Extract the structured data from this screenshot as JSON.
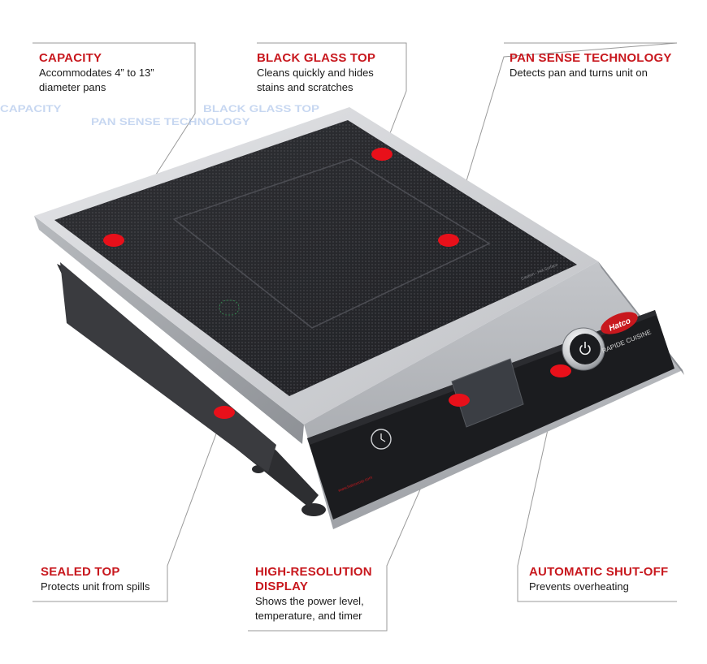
{
  "callouts": {
    "capacity": {
      "title": "CAPACITY",
      "desc_line1": "Accommodates 4” to 13”",
      "desc_line2": "diameter pans"
    },
    "glass": {
      "title": "BLACK GLASS TOP",
      "desc_line1": "Cleans quickly and hides",
      "desc_line2": "stains and scratches"
    },
    "pan": {
      "title": "PAN SENSE TECHNOLOGY",
      "desc_line1": "Detects pan and turns unit on"
    },
    "sealed": {
      "title": "SEALED TOP",
      "desc_line1": "Protects unit from spills"
    },
    "display": {
      "title_line1": "HIGH-RESOLUTION",
      "title_line2": "DISPLAY",
      "desc_line1": "Shows the power level,",
      "desc_line2": "temperature, and timer"
    },
    "shutoff": {
      "title": "AUTOMATIC SHUT-OFF",
      "desc_line1": "Prevents overheating"
    }
  },
  "product": {
    "brand": "Hatco",
    "model_line": "RAPIDE CUISINE",
    "glass_print": "Caution - Hot Surface",
    "website": "www.hatcocorp.com"
  },
  "colors": {
    "accent": "#c8181e",
    "glass": "#2a2a2e",
    "frame": "#c9cbcf",
    "marker": "#e8101a"
  },
  "icons": {
    "power": "power-icon",
    "timer": "timer-icon"
  }
}
